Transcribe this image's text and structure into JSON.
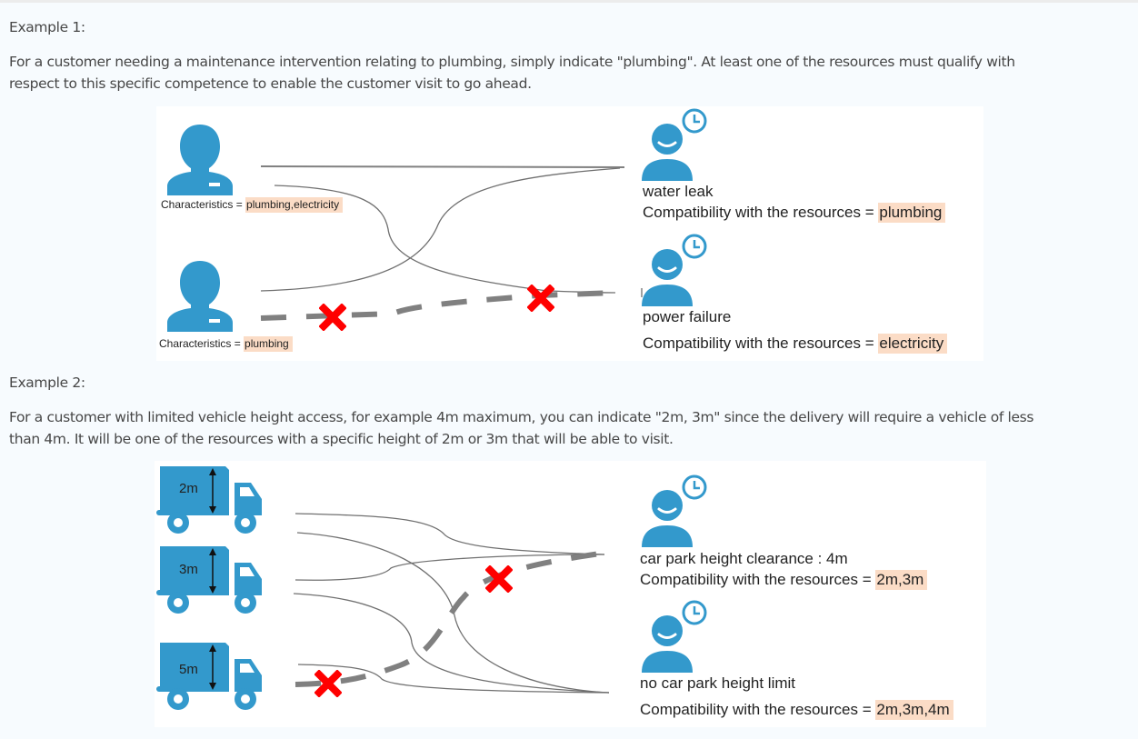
{
  "example1": {
    "heading": "Example 1:",
    "text": "For a customer needing a maintenance intervention relating to plumbing, simply indicate \"plumbing\". At least one of the resources must qualify with respect to this specific competence to enable the customer visit to go ahead.",
    "text_line1": "For a customer needing a maintenance intervention relating to plumbing, simply indicate \"plumbing\". At least one of the resources must qualify with",
    "text_line2": "respect to this specific competence to enable the customer visit to go ahead.",
    "resources": [
      {
        "icon": "person-icon",
        "label": "Characteristics = ",
        "value": "plumbing,electricity"
      },
      {
        "icon": "person-icon",
        "label": "Characteristics = ",
        "value": "plumbing"
      }
    ],
    "customers": [
      {
        "icon": "customer-clock-icon",
        "title": "water leak",
        "label": "Compatibility with the resources = ",
        "value": "plumbing"
      },
      {
        "icon": "customer-clock-icon",
        "title": "power failure",
        "label": "Compatibility with the resources = ",
        "value": "electricity"
      }
    ]
  },
  "example2": {
    "heading": "Example 2:",
    "text_line1": "For a customer with limited vehicle height access, for example 4m maximum, you can indicate \"2m, 3m\" since the delivery will require a vehicle of less",
    "text_line2": "than 4m. It will be one of the resources with a specific height of 2m or 3m that will be able to visit.",
    "trucks": [
      {
        "icon": "truck-icon",
        "height_label": "2m"
      },
      {
        "icon": "truck-icon",
        "height_label": "3m"
      },
      {
        "icon": "truck-icon",
        "height_label": "5m"
      }
    ],
    "customers": [
      {
        "icon": "customer-clock-icon",
        "title": "car park height clearance : 4m",
        "label": "Compatibility with the resources = ",
        "value": "2m,3m"
      },
      {
        "icon": "customer-clock-icon",
        "title": "no car park height limit",
        "label": "Compatibility with the resources = ",
        "value": "2m,3m,4m"
      }
    ]
  },
  "colors": {
    "icon_blue": "#3399cc",
    "highlight": "#fbdcc6",
    "line_gray": "#808080",
    "cross_red": "#ff0000"
  }
}
